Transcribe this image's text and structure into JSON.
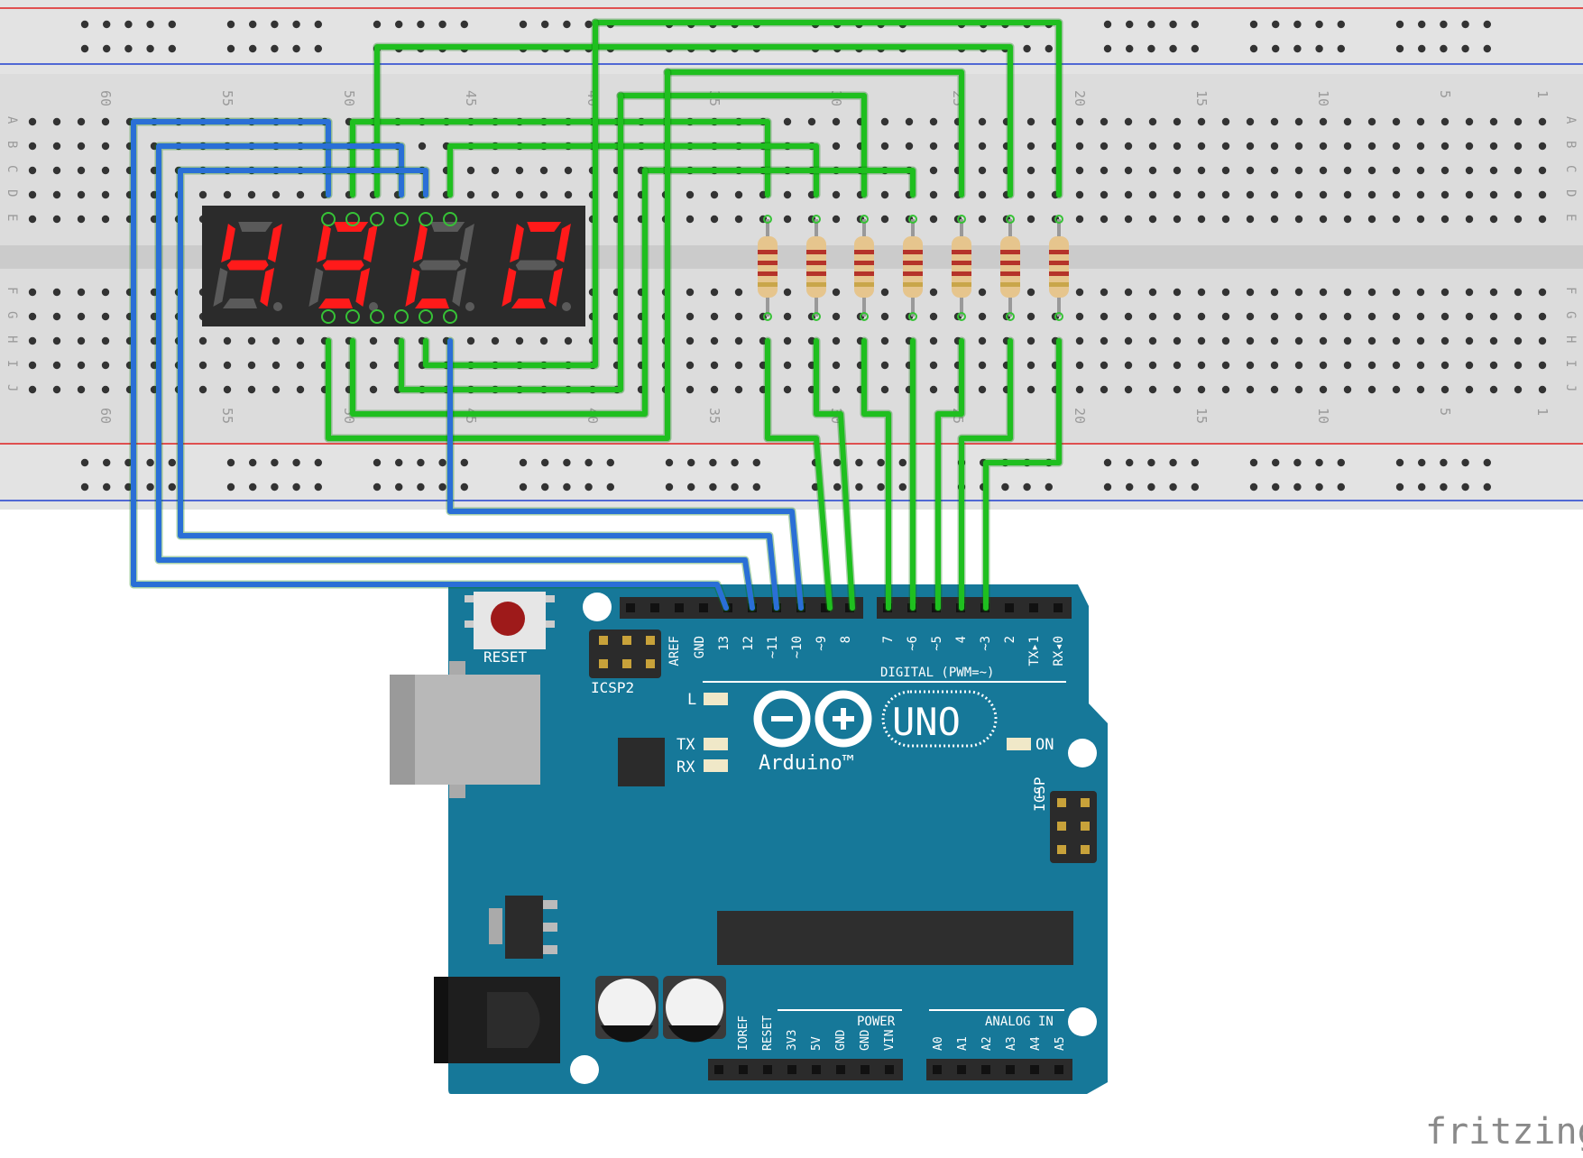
{
  "breadboard": {
    "column_numbers": [
      "60",
      "55",
      "50",
      "45",
      "40",
      "35",
      "30",
      "25",
      "20",
      "15",
      "10",
      "5",
      "1"
    ],
    "row_letters_top": [
      "A",
      "B",
      "C",
      "D",
      "E"
    ],
    "row_letters_bottom": [
      "F",
      "G",
      "H",
      "I",
      "J"
    ]
  },
  "display": {
    "digits_shown": [
      "4",
      "9",
      "L",
      "0"
    ],
    "segment_color": "#ff1a1a"
  },
  "arduino": {
    "reset_label": "RESET",
    "icsp2_label": "ICSP2",
    "icsp_label": "ICSP",
    "icsp_pin1": "1",
    "digital_header_label": "DIGITAL (PWM=~)",
    "digital_pins_left": [
      "AREF",
      "GND",
      "13",
      "12",
      "~11",
      "~10",
      "~9",
      "8"
    ],
    "digital_pins_right": [
      "7",
      "~6",
      "~5",
      "4",
      "~3",
      "2",
      "TX▸1",
      "RX◂0"
    ],
    "led_l": "L",
    "led_tx": "TX",
    "led_rx": "RX",
    "led_on": "ON",
    "logo_text": "Arduino™",
    "model": "UNO",
    "power_header_label": "POWER",
    "analog_header_label": "ANALOG IN",
    "power_pins": [
      "IOREF",
      "RESET",
      "3V3",
      "5V",
      "GND",
      "GND",
      "VIN"
    ],
    "analog_pins": [
      "A0",
      "A1",
      "A2",
      "A3",
      "A4",
      "A5"
    ],
    "board_color": "#167899"
  },
  "wires": {
    "green": "#1fbf1f",
    "blue": "#2a6fd6"
  },
  "watermark": "fritzing"
}
